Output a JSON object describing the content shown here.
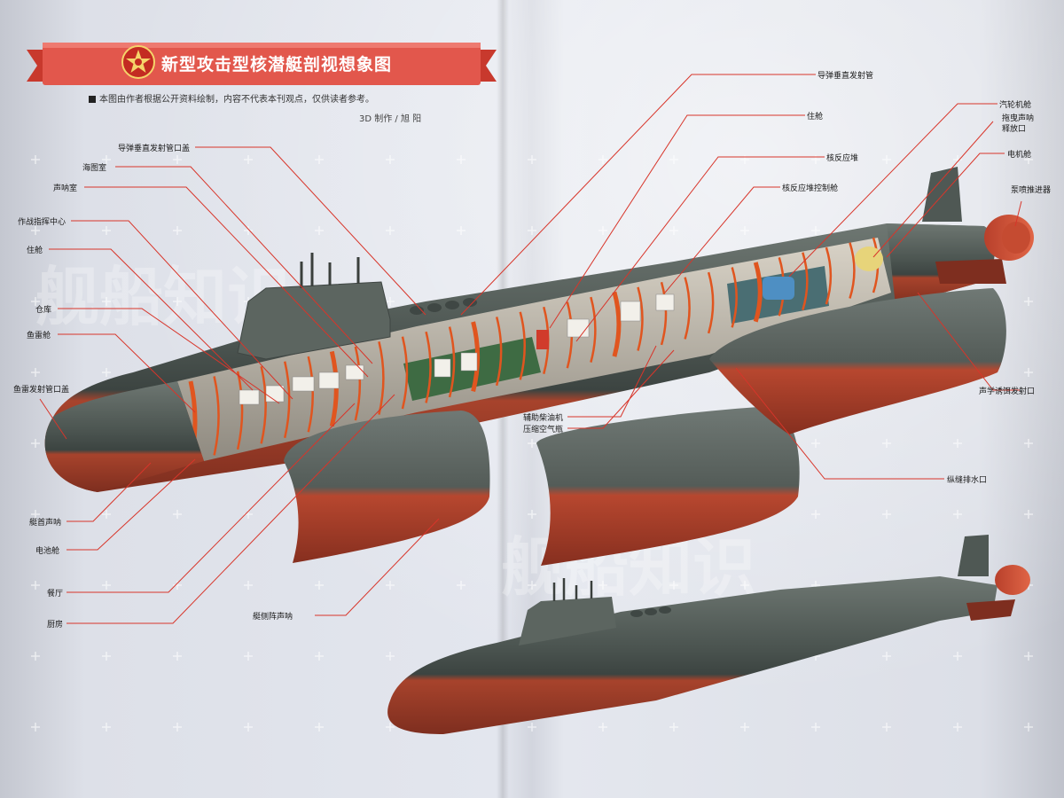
{
  "title": "新型攻击型核潜艇剖视想象图",
  "disclaimer": "本图由作者根据公开资料绘制，内容不代表本刊观点，仅供读者参考。",
  "credit": "3D 制作 / 旭 阳",
  "watermark": "舰船知识",
  "colors": {
    "banner": "#e2574c",
    "leader_line": "#d8352a",
    "hull_dark": "#4c5550",
    "hull_red": "#b9452e",
    "frame_orange": "#e0551f"
  },
  "labels": {
    "left": {
      "missile_tube_hatch": "导弹垂直发射管口盖",
      "chart_room": "海图室",
      "sonar_room": "声呐室",
      "combat_center": "作战指挥中心",
      "living_quarters": "住舱",
      "storage": "仓库",
      "torpedo_room": "鱼雷舱",
      "torpedo_tube_hatch": "鱼雷发射管口盖",
      "bow_sonar": "艇首声呐",
      "battery_room": "电池舱",
      "mess_hall": "餐厅",
      "galley": "厨房"
    },
    "right": {
      "vertical_launch_tube": "导弹垂直发射管",
      "living_quarters_2": "住舱",
      "reactor": "核反应堆",
      "reactor_control": "核反应堆控制舱",
      "turbine_room": "汽轮机舱",
      "towed_sonar": "拖曳声呐",
      "towed_sonar_2": "释放口",
      "motor_room": "电机舱",
      "pump_jet": "泵喷推进器",
      "acoustic_decoy": "声学诱饵发射口",
      "drain_port": "纵缝排水口"
    },
    "center": {
      "aux_diesel": "辅助柴油机",
      "compressed_air": "压缩空气瓶",
      "flank_sonar": "艇侧阵声呐"
    }
  },
  "icons": {
    "emblem": "navy-emblem-icon"
  }
}
